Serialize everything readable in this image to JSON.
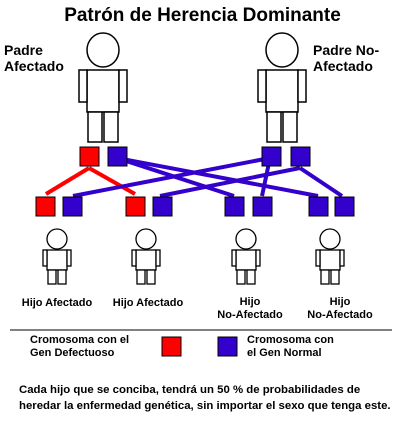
{
  "title": "Patrón de Herencia Dominante",
  "parents": {
    "father_affected": "Padre\nAfectado",
    "father_unaffected": "Padre No-\nAfectado"
  },
  "children": [
    {
      "label": "Hijo Afectado"
    },
    {
      "label": "Hijo Afectado"
    },
    {
      "label": "Hijo\nNo-Afectado"
    },
    {
      "label": "Hijo\nNo-Afectado"
    }
  ],
  "legend": {
    "defective": "Cromosoma con el\nGen Defectuoso",
    "normal": "Cromosoma con\nel Gen Normal"
  },
  "note": "Cada hijo que se conciba, tendrá un 50 % de probabilidades de heredar la enfermedad genética, sin importar el sexo que tenga este.",
  "colors": {
    "defective": "#ff0000",
    "normal": "#3300cc"
  }
}
